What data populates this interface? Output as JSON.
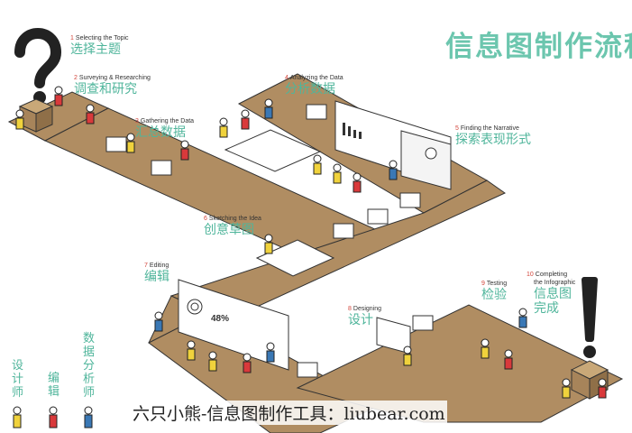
{
  "title": "信息图制作流程",
  "steps": [
    {
      "num": "1",
      "en": [
        "Selecting the Topic"
      ],
      "cn": "选择主题"
    },
    {
      "num": "2",
      "en": [
        "Surveying & Researching"
      ],
      "cn": "调查和研究"
    },
    {
      "num": "3",
      "en": [
        "Gathering the Data"
      ],
      "cn": "汇总数据"
    },
    {
      "num": "4",
      "en": [
        "Analyzing the Data"
      ],
      "cn": "分析数据"
    },
    {
      "num": "5",
      "en": [
        "Finding the Narrative"
      ],
      "cn": "探索表现形式"
    },
    {
      "num": "6",
      "en": [
        "Sketching the Idea"
      ],
      "cn": "创意草图"
    },
    {
      "num": "7",
      "en": [
        "Editing"
      ],
      "cn": "编辑"
    },
    {
      "num": "8",
      "en": [
        "Designing"
      ],
      "cn": "设计"
    },
    {
      "num": "9",
      "en": [
        "Testing"
      ],
      "cn": "检验"
    },
    {
      "num": "10",
      "en": [
        "Completing",
        "the Infographic"
      ],
      "cn": "信息图完成"
    }
  ],
  "roles": [
    "设计师",
    "编辑",
    "数据分析师"
  ],
  "board_text": {
    "percent": "48%"
  },
  "footer": "六只小熊-信息图制作工具：liubear.com",
  "colors": {
    "accent": "#6cc6ae",
    "path": "#b08d62",
    "number": "#d2453b",
    "figure_yellow": "#f0d23c",
    "figure_red": "#d9393b",
    "figure_blue": "#3a78b5"
  }
}
